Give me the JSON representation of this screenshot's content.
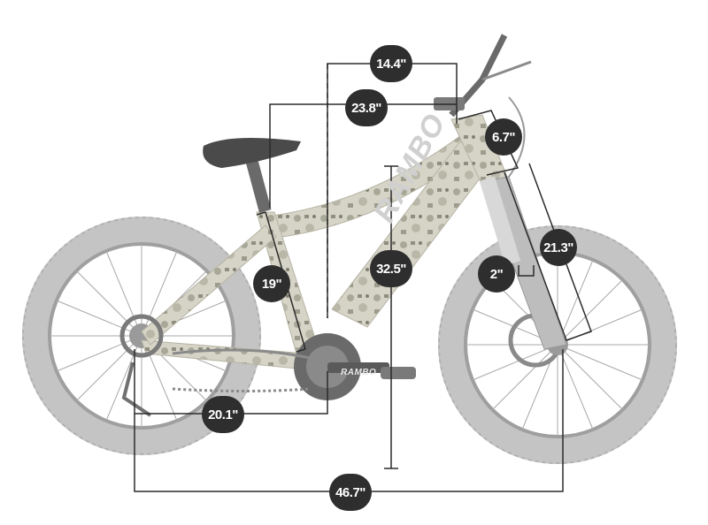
{
  "diagram": {
    "brand_frame": "RAMBO",
    "brand_crank": "RAMBO",
    "colors": {
      "line": "#2b2b2b",
      "badge_bg": "#2e2e2e",
      "badge_text": "#ffffff",
      "tire": "#bcbcbc",
      "frame": "#cfcdbf",
      "camo_dark": "#9a9a8a"
    },
    "measurements": {
      "top_reach": "14.4\"",
      "stack_top": "23.8\"",
      "head_tube": "6.7\"",
      "seat_tube": "19\"",
      "overall_height": "32.5\"",
      "fork_length": "21.3\"",
      "fork_offset": "2\"",
      "chainstay": "20.1\"",
      "wheelbase": "46.7\""
    }
  }
}
